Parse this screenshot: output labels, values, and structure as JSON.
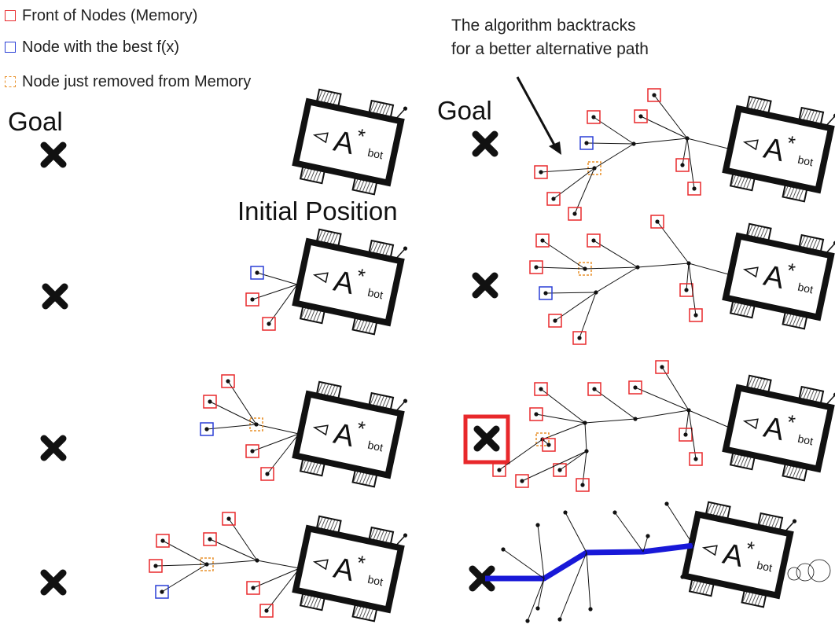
{
  "legend": {
    "front": "Front of Nodes (Memory)",
    "best": "Node with the best f(x)",
    "removed": "Node just removed from Memory"
  },
  "labels": {
    "goal_left": "Goal",
    "goal_right": "Goal",
    "initial": "Initial Position"
  },
  "annotation": {
    "line1": "The algorithm backtracks",
    "line2": "for a better alternative path"
  },
  "robot": {
    "main": "A",
    "star": "*",
    "sub": "bot"
  },
  "colors": {
    "front": "#e8282b",
    "best": "#2a3fd6",
    "removed": "#e8902a",
    "path": "#1818d8",
    "ink": "#111111"
  },
  "icons": {
    "goal": "x-mark-icon",
    "robot": "robot-icon",
    "node": "node-dot-icon",
    "arrow": "arrow-icon"
  }
}
